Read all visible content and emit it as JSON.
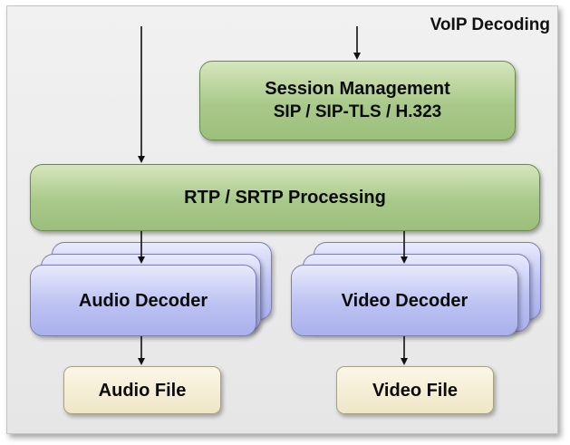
{
  "diagram": {
    "title": "VoIP Decoding",
    "session_management": {
      "label": "Session Management",
      "protocols": "SIP / SIP-TLS / H.323"
    },
    "rtp_processing": {
      "label": "RTP / SRTP Processing"
    },
    "audio_decoder": {
      "label": "Audio Decoder"
    },
    "video_decoder": {
      "label": "Video Decoder"
    },
    "audio_file": {
      "label": "Audio File"
    },
    "video_file": {
      "label": "Video File"
    }
  },
  "colors": {
    "processing_green": "#a9c98a",
    "decoder_blue": "#bcc2f2",
    "file_tan": "#efe6c7",
    "panel_gray": "#e6e6e6"
  }
}
